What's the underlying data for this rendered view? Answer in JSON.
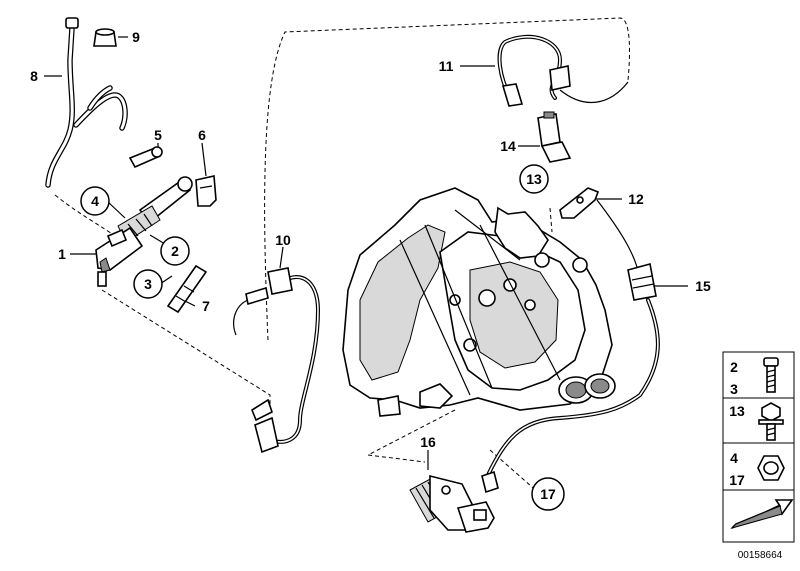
{
  "diagram": {
    "callouts": [
      "1",
      "2",
      "3",
      "4",
      "5",
      "6",
      "7",
      "8",
      "9",
      "10",
      "11",
      "12",
      "13",
      "14",
      "15",
      "16",
      "17"
    ],
    "legend": {
      "row1": [
        "2",
        "3"
      ],
      "row2": [
        "13"
      ],
      "row3": [
        "4",
        "17"
      ]
    },
    "image_number": "00158664",
    "icons": [
      "bolt-icon",
      "flange-bolt-icon",
      "hex-nut-icon",
      "arrow-icon"
    ]
  }
}
